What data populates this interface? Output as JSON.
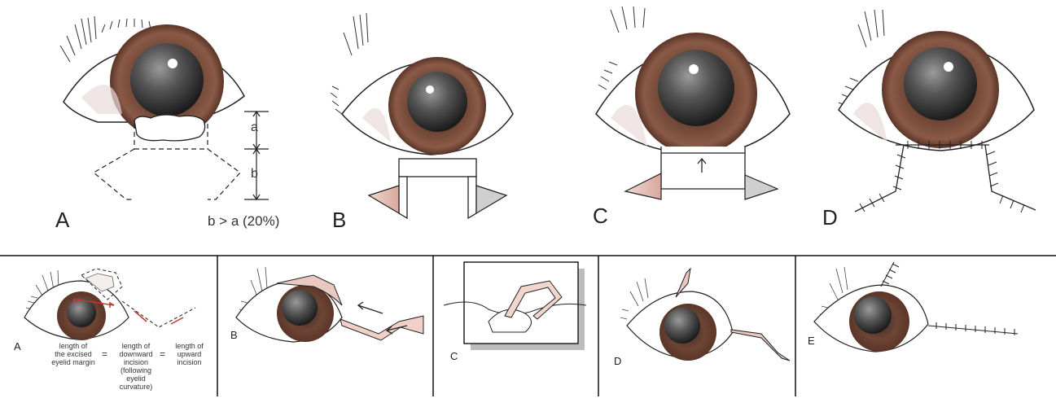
{
  "top_row": {
    "panels": [
      {
        "letter": "A",
        "measure_a": "a",
        "measure_b": "b",
        "note": "b > a (20%)"
      },
      {
        "letter": "B"
      },
      {
        "letter": "C"
      },
      {
        "letter": "D"
      }
    ]
  },
  "bottom_row": {
    "panels": [
      {
        "letter": "A",
        "cap_excised": "length of\nthe excised\neyelid margin",
        "cap_downward": "length of\ndownward\nincision\n(following\neyelid\ncurvature)",
        "cap_upward": "length of\nupward\nincision",
        "eq1": "=",
        "eq2": "="
      },
      {
        "letter": "B"
      },
      {
        "letter": "C"
      },
      {
        "letter": "D"
      },
      {
        "letter": "E"
      }
    ]
  },
  "colors": {
    "iris": "#7a4a3a",
    "pupil": "#3a3a3a",
    "skin_flap": "#e8c8c0",
    "suture_arrow": "#c0392b",
    "line": "#222222"
  }
}
